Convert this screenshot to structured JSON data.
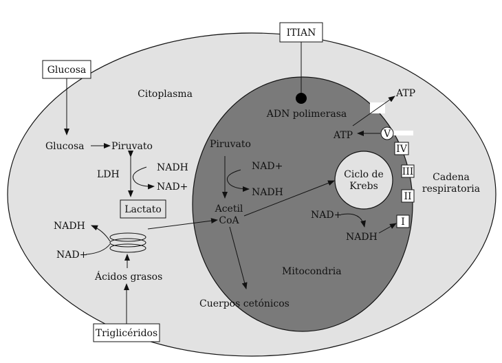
{
  "colors": {
    "cytoplasm": "#e2e2e2",
    "mitochondria": "#7a7a7a",
    "krebs": "#e2e2e2",
    "stroke": "#111111"
  },
  "labels": {
    "itian": "ITIAN",
    "glucosa_box": "Glucosa",
    "citoplasma": "Citoplasma",
    "adn_polimerasa": "ADN polimerasa",
    "atp_out": "ATP",
    "atp_in": "ATP",
    "complex_v": "V",
    "complex_iv": "IV",
    "complex_iii": "III",
    "complex_ii": "II",
    "complex_i": "I",
    "glucosa": "Glucosa",
    "piruvato_cyto": "Piruvato",
    "ldh": "LDH",
    "nadh_ldh": "NADH",
    "nad_ldh": "NAD+",
    "lactato": "Lactato",
    "piruvato_mito": "Piruvato",
    "nad_mito": "NAD+",
    "nadh_mito": "NADH",
    "acetil": "Acetil",
    "coa": "CoA",
    "krebs_1": "Ciclo de",
    "krebs_2": "Krebs",
    "cadena_1": "Cadena",
    "cadena_2": "respiratoria",
    "nad_krebs": "NAD+",
    "nadh_krebs": "NADH",
    "nadh_beta": "NADH",
    "nad_beta": "NAD+",
    "acidos_grasos": "Ácidos grasos",
    "mitocondria": "Mitocondria",
    "cuerpos_cetonicos": "Cuerpos cetónicos",
    "trigliceridos": "Triglicéridos"
  }
}
